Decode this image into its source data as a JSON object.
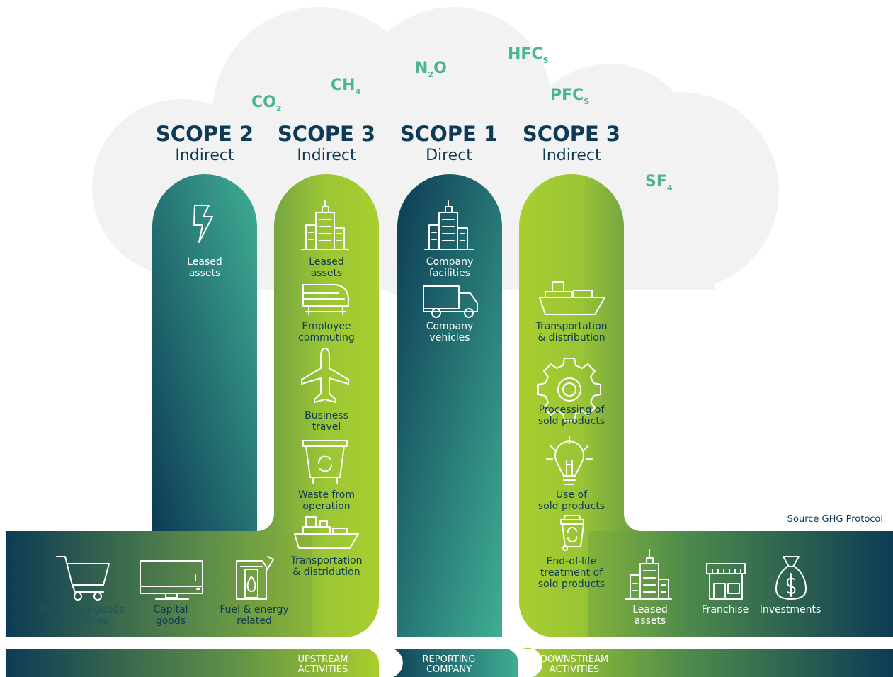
{
  "source_note": "Source GHG Protocol",
  "gases": {
    "co2": {
      "main": "CO",
      "sub": "2"
    },
    "ch4": {
      "main": "CH",
      "sub": "4"
    },
    "n2o": {
      "pre": "N",
      "sub": "2",
      "post": "O"
    },
    "hfcs": {
      "main": "HFC",
      "sub": "S"
    },
    "pfcs": {
      "main": "PFC",
      "sub": "S"
    },
    "sf4": {
      "main": "SF",
      "sub": "4"
    }
  },
  "scopes": [
    {
      "title": "SCOPE 2",
      "subtitle": "Indirect"
    },
    {
      "title": "SCOPE 3",
      "subtitle": "Indirect"
    },
    {
      "title": "SCOPE 1",
      "subtitle": "Direct"
    },
    {
      "title": "SCOPE 3",
      "subtitle": "Indirect"
    }
  ],
  "scope2_items": [
    {
      "label": "Leased\nassets",
      "icon": "lightning-icon"
    }
  ],
  "scope3_up_items": [
    {
      "label": "Leased\nassets",
      "icon": "building-icon"
    },
    {
      "label": "Employee\ncommuting",
      "icon": "train-icon"
    },
    {
      "label": "Business\ntravel",
      "icon": "airplane-icon"
    },
    {
      "label": "Waste from\noperation",
      "icon": "waste-bin-icon"
    },
    {
      "label": "Transportation\n& distridution",
      "icon": "cargo-ship-icon"
    }
  ],
  "scope1_items": [
    {
      "label": "Company\nfacilities",
      "icon": "building-icon"
    },
    {
      "label": "Company\nvehicles",
      "icon": "truck-icon"
    }
  ],
  "scope3_down_items": [
    {
      "label": "Transportation\n& distribution",
      "icon": "cargo-ship-icon"
    },
    {
      "label": "Processing of\nsold products",
      "icon": "gear-icon"
    },
    {
      "label": "Use of\nsold products",
      "icon": "lightbulb-icon"
    },
    {
      "label": "End-of-life\ntreatment of\nsold products",
      "icon": "recycle-bin-icon"
    }
  ],
  "upstream_items": [
    {
      "label": "Purshased goods\n& services",
      "icon": "shopping-cart-icon"
    },
    {
      "label": "Capital\ngoods",
      "icon": "monitor-icon"
    },
    {
      "label": "Fuel & energy\nrelated",
      "icon": "fuel-can-icon"
    }
  ],
  "downstream_items": [
    {
      "label": "Leased\nassets",
      "icon": "building-icon"
    },
    {
      "label": "Franchise",
      "icon": "storefront-icon"
    },
    {
      "label": "Investments",
      "icon": "money-bag-icon"
    }
  ],
  "bands": {
    "upstream": "UPSTREAM\nACTIVITIES",
    "reporting": "REPORTING\nCOMPANY",
    "downstream": "DOWNSTREAM\nACTIVITIES"
  },
  "colors": {
    "navy": "#0d3b55",
    "teal": "#3fae93",
    "lime": "#a9ce2e",
    "gas_green": "#4bb592",
    "cloud": "#f2f2f2"
  }
}
